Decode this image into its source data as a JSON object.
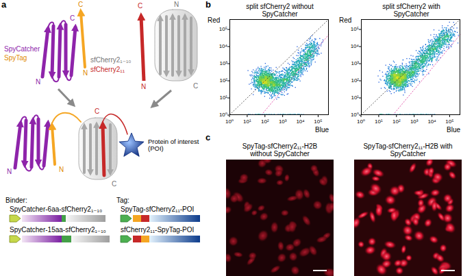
{
  "diagram": {
    "nodes": [
      {
        "text": [
          "Protein of interest (POI)"
        ]
      },
      {
        "text": [
          "split sfCherry2 without SpyCatcher"
        ]
      },
      {
        "text": [
          "split sfCherry2 with SpyCatcher"
        ]
      },
      {
        "text": [
          "SpyTag-sfCherry2₁₁-H2B without SpyCatcher"
        ]
      },
      {
        "text": [
          "SpyTag-sfCherry2₁₁-H2B with SpyCatcher"
        ]
      }
    ],
    "labels": [
      "a",
      "b",
      "c",
      "SpyCatcher",
      "SpyTag",
      "C",
      "N",
      "N",
      "C",
      "C",
      "N",
      "N",
      "C",
      "sfCherry2₁₋₁₀",
      "sfCherry2₁₁",
      "N",
      "N",
      "C",
      "C",
      "Binder:",
      "SpyCatcher-6aa-sfCherry2₁₋₁₀",
      "SpyCatcher-15aa-sfCherry2₁₋₁₀",
      "Tag:",
      "SpyTag-sfCherry2₁₁-POI",
      "sfCherry2₁₁-SpyTag-POI",
      "Red",
      "10⁰",
      "10¹",
      "10²",
      "10³",
      "10⁴",
      "10⁵",
      "10⁰",
      "10¹",
      "10²",
      "10³",
      "10⁴",
      "10⁵",
      "Blue",
      "Red",
      "10⁰",
      "10¹",
      "10²",
      "10³",
      "10⁴",
      "10⁵",
      "10⁰",
      "10¹",
      "10²",
      "10³",
      "10⁴",
      "10⁵",
      "Blue"
    ]
  }
}
